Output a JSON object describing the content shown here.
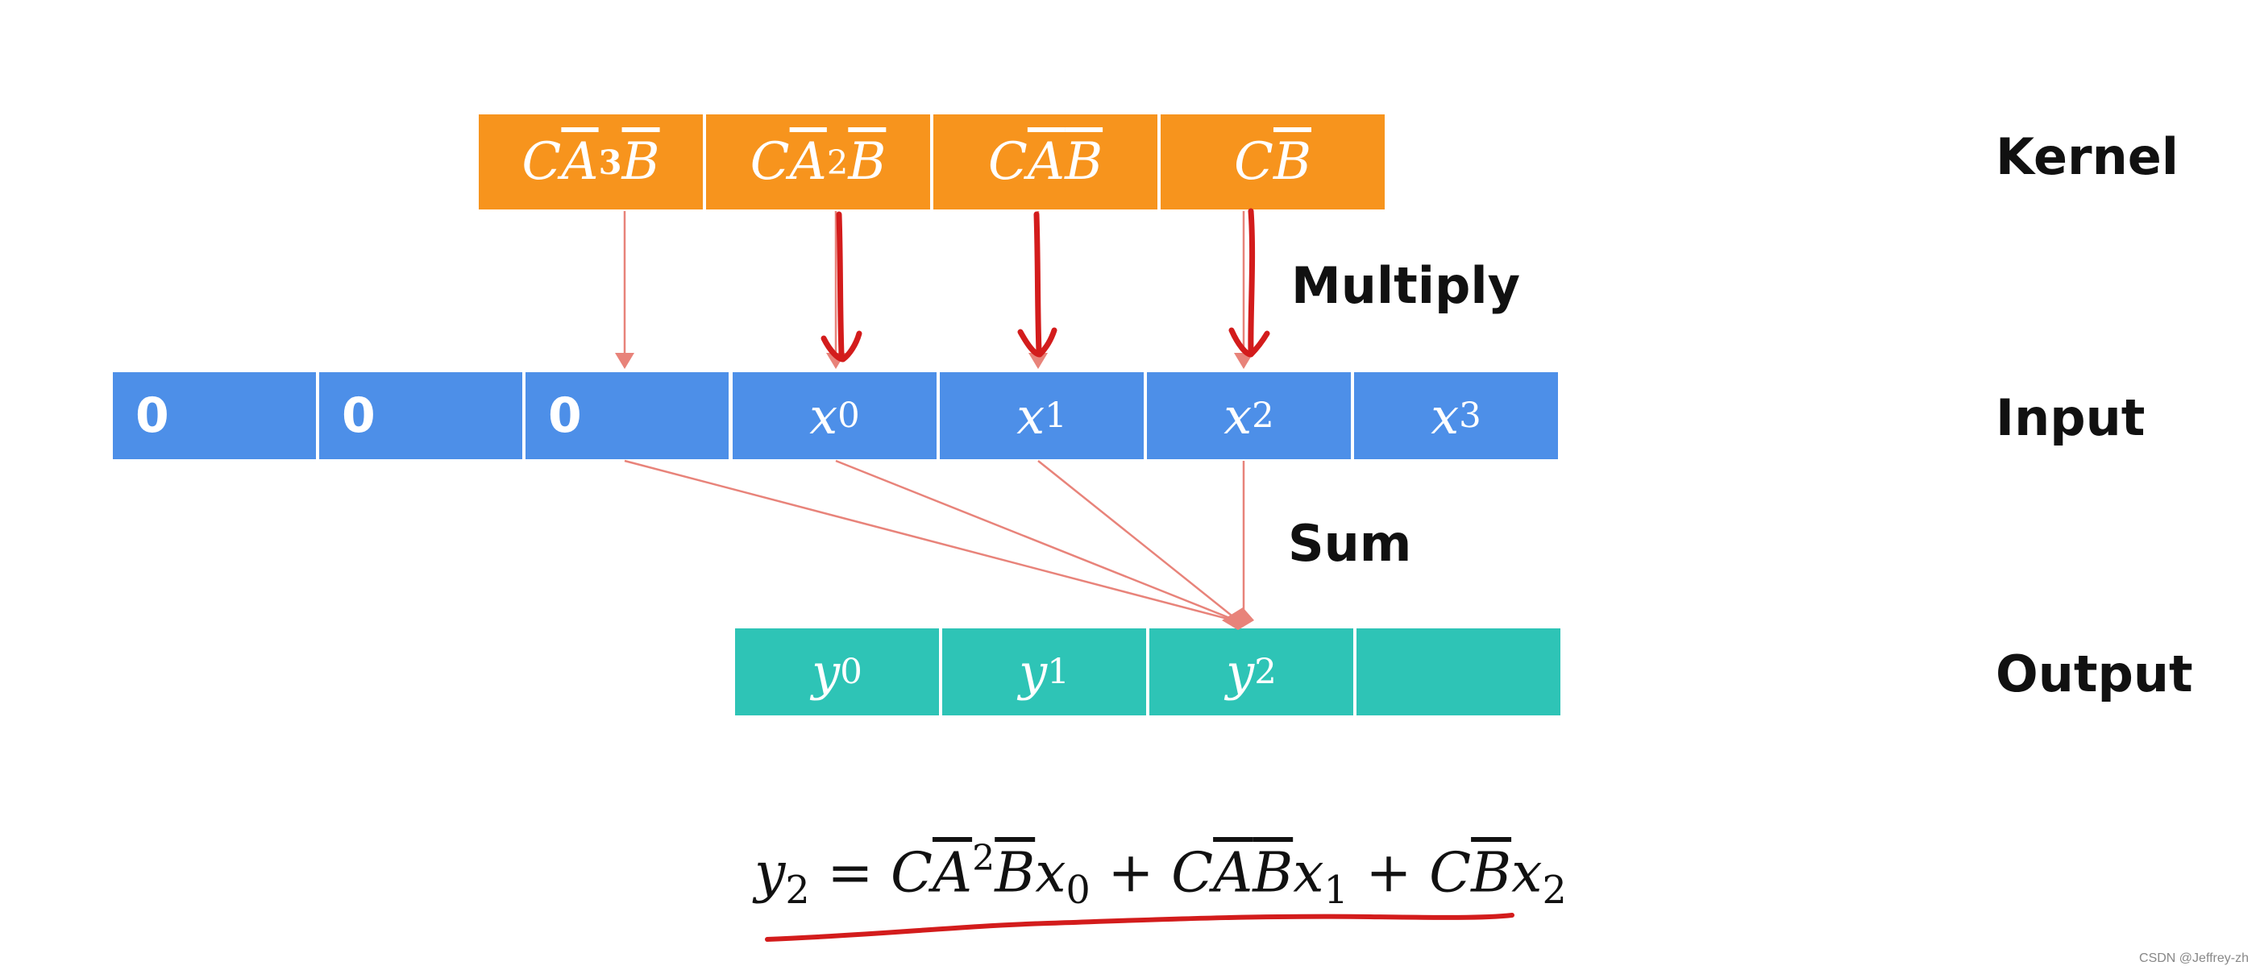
{
  "kernel": {
    "label": "Kernel",
    "cells": [
      {
        "pre": "C",
        "bar1": "A",
        "pow": "3",
        "bar2": "B"
      },
      {
        "pre": "C",
        "bar1": "A",
        "pow": "2",
        "bar2": "B"
      },
      {
        "pre": "C",
        "bar1": "A",
        "pow": "",
        "bar2": "B"
      },
      {
        "pre": "C",
        "bar1": "",
        "pow": "",
        "bar2": "B"
      }
    ]
  },
  "multiply_label": "Multiply",
  "input": {
    "label": "Input",
    "zeros": [
      "0",
      "0",
      "0"
    ],
    "vars": [
      {
        "base": "x",
        "sub": "0"
      },
      {
        "base": "x",
        "sub": "1"
      },
      {
        "base": "x",
        "sub": "2"
      },
      {
        "base": "x",
        "sub": "3"
      }
    ]
  },
  "sum_label": "Sum",
  "output": {
    "label": "Output",
    "vars": [
      {
        "base": "y",
        "sub": "0"
      },
      {
        "base": "y",
        "sub": "1"
      },
      {
        "base": "y",
        "sub": "2"
      }
    ]
  },
  "formula": {
    "lhs": "y",
    "lhs_sub": "2",
    "eq": "=",
    "plus": "+",
    "t1": {
      "c": "C",
      "a": "A",
      "pow": "2",
      "b": "B",
      "x": "x",
      "sub": "0"
    },
    "t2": {
      "c": "C",
      "a": "A",
      "b": "B",
      "x": "x",
      "sub": "1"
    },
    "t3": {
      "c": "C",
      "b": "B",
      "x": "x",
      "sub": "2"
    }
  },
  "watermark": "CSDN @Jeffrey-zh",
  "colors": {
    "kernel": "#f7941d",
    "input": "#4d8fe8",
    "output": "#2ec4b6",
    "thin_arrow": "#e8837a",
    "red_marker": "#d31c1c"
  }
}
